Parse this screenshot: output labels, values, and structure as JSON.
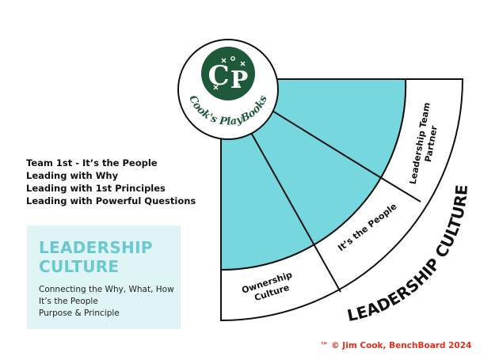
{
  "logo": {
    "monogram_c": "C",
    "monogram_p": "P",
    "brand": "Cook's PlayBooks",
    "brand_color": "#1e5a3a"
  },
  "bullets": [
    "Team 1st - It’s the People",
    "Leading with Why",
    "Leading with 1st Principles",
    "Leading with Powerful Questions"
  ],
  "info_box": {
    "title_line1": "LEADERSHIP",
    "title_line2": "CULTURE",
    "lines": [
      "Connecting the Why, What, How",
      "It’s the People",
      "Purpose & Principle"
    ],
    "background": "#dff4f5",
    "title_color": "#6cc8cf"
  },
  "fan": {
    "arc_label": "LEADERSHIP CULTURE",
    "segments": [
      {
        "line1": "Ownership",
        "line2": "Culture"
      },
      {
        "line1": "It’s the People",
        "line2": ""
      },
      {
        "line1": "Leadership Team",
        "line2": "Partner"
      }
    ],
    "fill_color": "#77d7de"
  },
  "copyright": "™ © Jim Cook, BenchBoard 2024"
}
